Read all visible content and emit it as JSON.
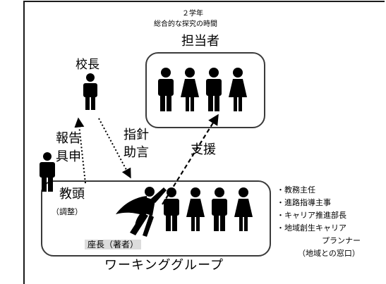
{
  "header": {
    "grade": "２学年",
    "subject": "総合的な探究の時間"
  },
  "teachers_group": {
    "label": "担当者"
  },
  "principal": {
    "label": "校長"
  },
  "arrows": {
    "report_line1": "報告",
    "report_line2": "具申",
    "guidance_line1": "指針",
    "guidance_line2": "助言",
    "support": "支援"
  },
  "working_group": {
    "vice_principal": "教頭",
    "coordination": "（調整）",
    "chair": "座長（著者）",
    "label": "ワーキンググループ"
  },
  "members": [
    "・教務主任",
    "・進路指導主事",
    "・キャリア推進部長",
    "・地域創生キャリア",
    "プランナー",
    "（地域との窓口）"
  ]
}
